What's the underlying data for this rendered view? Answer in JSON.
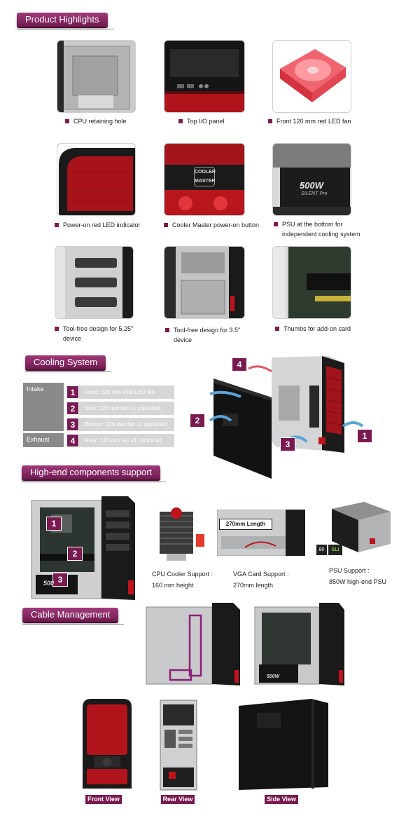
{
  "headers": {
    "product_highlights": "Product Highlights",
    "cooling_system": "Cooling System",
    "high_end": "High-end components support",
    "cable_management": "Cable Management"
  },
  "highlights": [
    {
      "caption": "CPU retaining hole",
      "caption2": ""
    },
    {
      "caption": "Top I/O panel",
      "caption2": ""
    },
    {
      "caption": "Front 120 mm red LED fan",
      "caption2": ""
    },
    {
      "caption": "Power-on red LED indicator",
      "caption2": ""
    },
    {
      "caption": "Cooler Master power-on button",
      "caption2": ""
    },
    {
      "caption": "PSU at the bottom for",
      "caption2": "independent cooling system"
    },
    {
      "caption": "Tool-free design for 5.25\"",
      "caption2": "device"
    },
    {
      "caption": "Tool-free design for 3.5\"",
      "caption2": "device"
    },
    {
      "caption": "Thumbs for add-on card",
      "caption2": ""
    }
  ],
  "product_text": {
    "cooler_master_logo": "COOLER MASTER",
    "psu_label": "500W",
    "psu_sublabel": "SILENT Pro"
  },
  "cooling": {
    "intake_label": "Intake",
    "exhaust_label": "Exhaust",
    "rows": [
      {
        "num": "1",
        "text": "Front: 120 mm Red LED fan"
      },
      {
        "num": "2",
        "text": "Side: 120 mm fan x1 (optional)"
      },
      {
        "num": "3",
        "text": "Bottom: 120 mm fan x1 (optional)"
      },
      {
        "num": "4",
        "text": "Rear: 120 mm fan x1 (optional)"
      }
    ],
    "diagram_badges": [
      "4",
      "2",
      "3",
      "1"
    ]
  },
  "components": {
    "badges": [
      "1",
      "2",
      "3"
    ],
    "psu_in_case": "500",
    "vga_tag": "270mm Length",
    "cpu_title": "CPU Cooler Support :",
    "cpu_value": "160 mm height",
    "vga_title": "VGA Card Support :",
    "vga_value": "270mm length",
    "psu_title": "PSU Support :",
    "psu_value": "850W high-end PSU",
    "psu_logos": [
      "80",
      "SLI"
    ]
  },
  "cable": {
    "psu_label": "500W"
  },
  "views": {
    "front": "Front View",
    "rear": "Rear View",
    "side": "Side View"
  },
  "colors": {
    "accent": "#7a1a50",
    "header_gradient_top": "#a1397a",
    "case_red": "#c0141c",
    "case_black": "#1c1c1c",
    "table_gray": "#d6d6d6",
    "table_label_gray": "#8a8a8a"
  }
}
